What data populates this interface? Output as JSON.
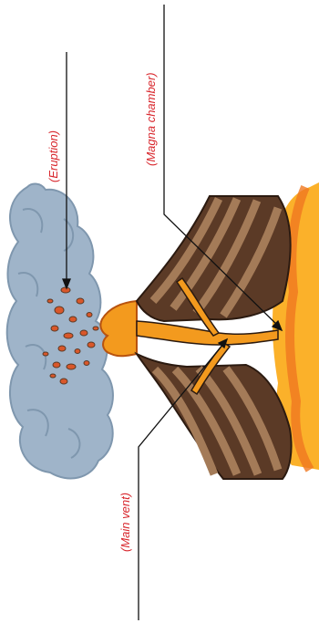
{
  "labels": {
    "eruption": "(Eruption)",
    "magma_chamber": "(Magna chamber)",
    "main_vent": "(Main vent)"
  },
  "colors": {
    "label": "#d8262c",
    "leader_line": "#111111",
    "ash_cloud": "#9fb4c9",
    "ash_cloud_shadow": "#7f97ae",
    "ejecta": "#d9572a",
    "lava": "#f39a1e",
    "lava_light": "#f8c43a",
    "magma_chamber": "#fbb12a",
    "rock_dark": "#5b3a26",
    "rock_light": "#a47b58",
    "outline": "#2b1a10"
  }
}
